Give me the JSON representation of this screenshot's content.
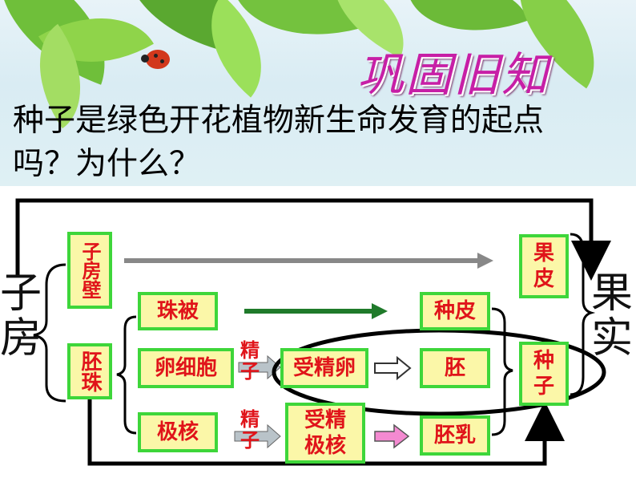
{
  "header": {
    "title": "巩固旧知",
    "question_line1": "种子是绿色开花植物新生命发育的起点",
    "question_line2": "吗？为什么？"
  },
  "diagram": {
    "left_label": [
      "子",
      "房"
    ],
    "right_label": [
      "果",
      "实"
    ],
    "ovary_wall": "子房壁",
    "ovule": "胚珠",
    "integument": "珠被",
    "egg_cell": "卵细胞",
    "polar_nuclei": "极核",
    "sperm1": [
      "精",
      "子"
    ],
    "sperm2": [
      "精",
      "子"
    ],
    "zygote": "受精卵",
    "fertilized_polar": [
      "受精",
      "极核"
    ],
    "seed_coat": "种皮",
    "embryo": "胚",
    "endosperm": "胚乳",
    "pericarp": [
      "果",
      "皮"
    ],
    "seed": [
      "种",
      "子"
    ]
  },
  "colors": {
    "title": "#c71fa6",
    "box_fill": "#fbf7a8",
    "box_border": "#3ed63a",
    "box_text": "#e0141a"
  }
}
